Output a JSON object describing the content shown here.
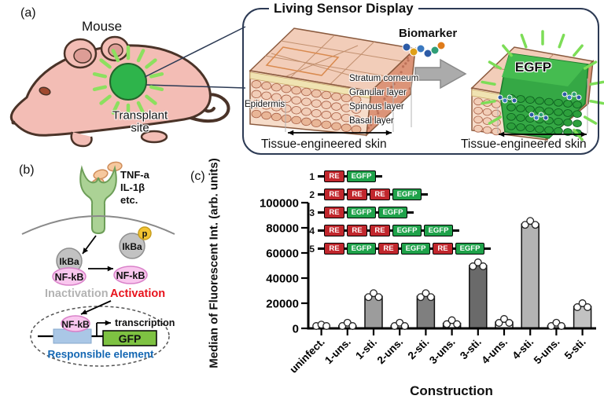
{
  "panels": {
    "a": {
      "label": "(a)",
      "mouse_label": "Mouse",
      "transplant_line1": "Transplant",
      "transplant_line2": "site",
      "display_title": "Living Sensor Display",
      "biomarker_label": "Biomarker",
      "egfp_label": "EGFP",
      "epidermis_label": "Epidermis",
      "layer_labels": [
        "Stratum corneum",
        "Granular  layer",
        "Spinous layer",
        "Basal layer"
      ],
      "caption_left": "Tissue-engineered skin",
      "caption_right": "Tissue-engineered skin"
    },
    "b": {
      "label": "(b)",
      "ligand_lines": [
        "TNF-a",
        "IL-1β",
        "etc."
      ],
      "ikba_phospho": "IkBa",
      "p_badge": "p",
      "ikba": "IkBa",
      "nfkb_complex": "NF-kB",
      "nfkb_free": "NF-kB",
      "inactivation": "Inactivation",
      "activation": "Activation",
      "nfkb_nucleus": "NF-kB",
      "transcription": "transcription",
      "gfp": "GFP",
      "responsible_element": "Responsible element"
    },
    "c": {
      "label": "(c)",
      "constructs": [
        {
          "num": "1",
          "segments": [
            "RE",
            "EGFP"
          ]
        },
        {
          "num": "2",
          "segments": [
            "RE",
            "RE",
            "RE",
            "EGFP"
          ]
        },
        {
          "num": "3",
          "segments": [
            "RE",
            "EGFP",
            "EGFP"
          ]
        },
        {
          "num": "4",
          "segments": [
            "RE",
            "RE",
            "RE",
            "EGFP",
            "EGFP"
          ]
        },
        {
          "num": "5",
          "segments": [
            "RE",
            "EGFP",
            "RE",
            "EGFP",
            "RE",
            "EGFP"
          ]
        }
      ]
    }
  },
  "chart_data": {
    "type": "bar",
    "title": "",
    "xlabel": "Construction",
    "ylabel": "Median of Fluorescent Int. (arb. units)",
    "categories": [
      "uninfect.",
      "1-uns.",
      "1-sti.",
      "2-uns.",
      "2-sti.",
      "3-uns.",
      "3-sti.",
      "4-uns.",
      "4-sti.",
      "5-uns.",
      "5-sti."
    ],
    "values": [
      500,
      2000,
      25500,
      2000,
      25500,
      4000,
      50000,
      5000,
      83000,
      2000,
      17500
    ],
    "bar_colors": [
      "#ffffff",
      "#ffffff",
      "#9c9c9c",
      "#ffffff",
      "#7f7f7f",
      "#ffffff",
      "#6a6a6a",
      "#ffffff",
      "#b3b3b3",
      "#ffffff",
      "#c2c2c2"
    ],
    "points_per_bar": 3,
    "ylim": [
      0,
      100000
    ],
    "yticks": [
      0,
      20000,
      40000,
      60000,
      80000,
      100000
    ],
    "grid": false,
    "legend_position": "top-inside"
  },
  "colors": {
    "box_border": "#2c3a54",
    "transplant_green": "#2eb44b",
    "dash_green": "#8ce05f",
    "egfp_dash_green": "#7ddd57",
    "re_box": "#c1272d",
    "egfp_box": "#1fa24a",
    "activation_red": "#e8131c",
    "inactivation_gray": "#b3b3b3",
    "responsible_blue": "#1467b3",
    "nfkb_pink": "#f9c7ee",
    "ikba_gray": "#c2c2c2",
    "p_yellow": "#f3c331",
    "gfp_green": "#7ec242",
    "re_element_blue": "#aac7e6",
    "receptor_green": "#abd295",
    "bar_stroke": "#111111",
    "biomarker_beads": [
      "#2d5ba6",
      "#dfa019",
      "#3a79c0",
      "#2d5ba6",
      "#2f9e77",
      "#df7b1a"
    ]
  }
}
